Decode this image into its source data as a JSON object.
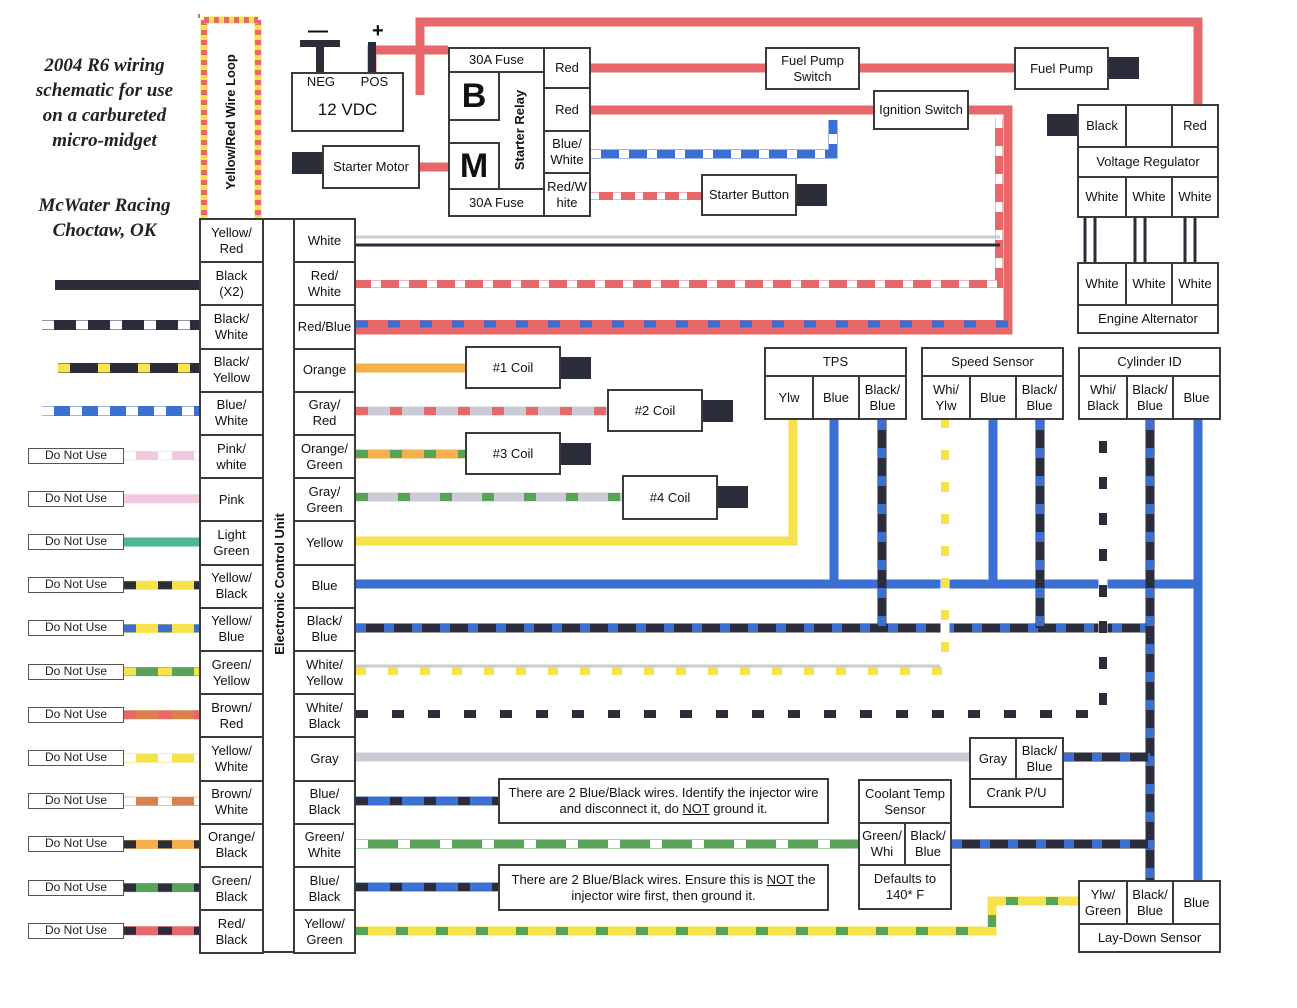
{
  "title": {
    "lines": [
      "2004 R6 wiring",
      "schematic for use",
      "on a carbureted",
      "micro-midget"
    ],
    "org_lines": [
      "McWater Racing",
      "Choctaw, OK"
    ]
  },
  "colors": {
    "red": "#e8676a",
    "blue": "#3b6fd4",
    "black": "#2b2d3a",
    "yellow": "#f6e24a",
    "white": "#ffffff",
    "gray": "#c9ccd4",
    "orange": "#f5b04b",
    "green": "#58a25a",
    "pink": "#f2c8df",
    "lightgreen": "#4fb69a",
    "brown": "#d9824f"
  },
  "battery": {
    "neg": "NEG",
    "pos": "POS",
    "label": "12 VDC",
    "neg_sym": "—",
    "pos_sym": "+"
  },
  "loop_label": "Yellow/Red Wire Loop",
  "starter_motor": "Starter Motor",
  "relay": {
    "fuse_top": "30A Fuse",
    "fuse_bottom": "30A Fuse",
    "b": "B",
    "m": "M",
    "name": "Starter Relay",
    "pins": [
      "Red",
      "Red",
      "Blue/ White",
      "Red/W hite"
    ]
  },
  "fuel_pump_switch": "Fuel Pump Switch",
  "fuel_pump": "Fuel Pump",
  "ignition_switch": "Ignition Switch",
  "starter_button": "Starter Button",
  "voltage_regulator": {
    "top": [
      "Black",
      "",
      "Red"
    ],
    "name": "Voltage Regulator",
    "bottom": [
      "White",
      "White",
      "White"
    ]
  },
  "engine_alternator": {
    "top": [
      "White",
      "White",
      "White"
    ],
    "name": "Engine Alternator"
  },
  "ecu": {
    "name": "Electronic Control Unit",
    "left": [
      "Yellow/ Red",
      "Black (X2)",
      "Black/ White",
      "Black/ Yellow",
      "Blue/ White",
      "Pink/ white",
      "Pink",
      "Light Green",
      "Yellow/ Black",
      "Yellow/ Blue",
      "Green/ Yellow",
      "Brown/ Red",
      "Yellow/ White",
      "Brown/ White",
      "Orange/ Black",
      "Green/ Black",
      "Red/ Black"
    ],
    "right": [
      "White",
      "Red/ White",
      "Red/Blue",
      "Orange",
      "Gray/ Red",
      "Orange/ Green",
      "Gray/ Green",
      "Yellow",
      "Blue",
      "Black/ Blue",
      "White/ Yellow",
      "White/ Black",
      "Gray",
      "Blue/ Black",
      "Green/ White",
      "Blue/ Black",
      "Yellow/ Green"
    ]
  },
  "do_not_use": "Do Not Use",
  "coils": [
    "#1 Coil",
    "#2 Coil",
    "#3 Coil",
    "#4 Coil"
  ],
  "tps": {
    "name": "TPS",
    "pins": [
      "Ylw",
      "Blue",
      "Black/ Blue"
    ]
  },
  "speed_sensor": {
    "name": "Speed Sensor",
    "pins": [
      "Whi/ Ylw",
      "Blue",
      "Black/ Blue"
    ]
  },
  "cylinder_id": {
    "name": "Cylinder ID",
    "pins": [
      "Whi/ Black",
      "Black/ Blue",
      "Blue"
    ]
  },
  "crank": {
    "pins": [
      "Gray",
      "Black/ Blue"
    ],
    "name": "Crank P/U"
  },
  "coolant": {
    "name": "Coolant Temp Sensor",
    "pins": [
      "Green/ Whi",
      "Black/ Blue"
    ],
    "note": "Defaults to 140* F"
  },
  "laydown": {
    "pins": [
      "Ylw/ Green",
      "Black/ Blue",
      "Blue"
    ],
    "name": "Lay-Down Sensor"
  },
  "note1": {
    "pre": "There are 2 Blue/Black wires. Identify the injector wire and disconnect it, do ",
    "em": "NOT",
    "post": " ground it."
  },
  "note2": {
    "pre": "There are 2 Blue/Black wires. Ensure this is ",
    "em": "NOT",
    "post": " the injector wire first, then ground it."
  }
}
